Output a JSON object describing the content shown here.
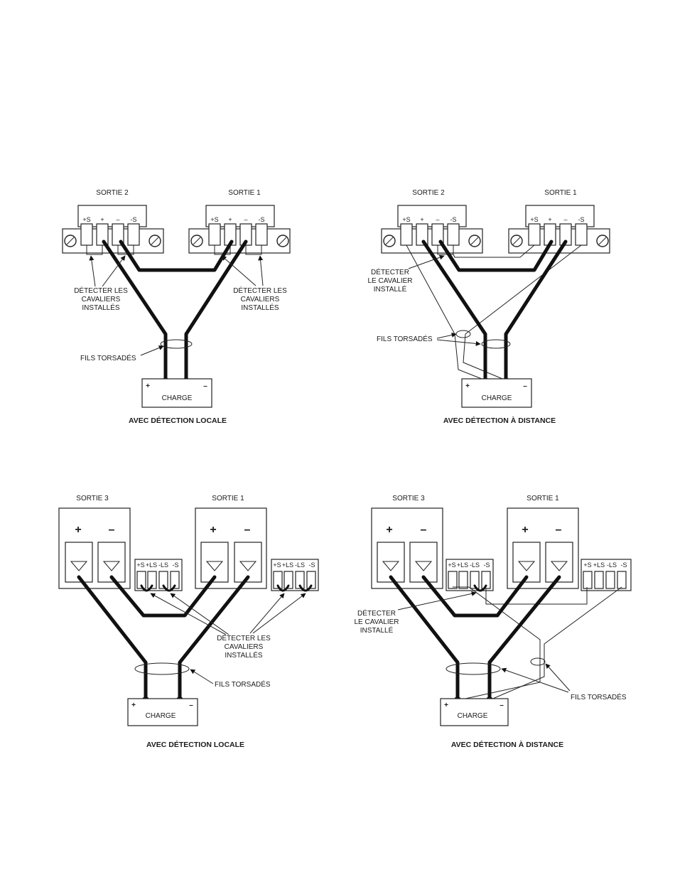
{
  "colors": {
    "ink": "#111111",
    "paper": "#ffffff"
  },
  "diagrams": {
    "top_left": {
      "output_a": "SORTIE 2",
      "output_b": "SORTIE 1",
      "pins_a": [
        "+S",
        "+",
        "–",
        "-S"
      ],
      "pins_b": [
        "+S",
        "+",
        "–",
        "-S"
      ],
      "jumpers_label_left": [
        "DÉTECTER LES",
        "CAVALIERS",
        "INSTALLÉS"
      ],
      "jumpers_label_right": [
        "DÉTECTER LES",
        "CAVALIERS",
        "INSTALLÉS"
      ],
      "twisted": "FILS TORSADÉS",
      "load": "CHARGE",
      "plus": "+",
      "minus": "–",
      "caption": "AVEC DÉTECTION LOCALE"
    },
    "top_right": {
      "output_a": "SORTIE 2",
      "output_b": "SORTIE 1",
      "pins_a": [
        "+S",
        "+",
        "–",
        "-S"
      ],
      "pins_b": [
        "+S",
        "+",
        "–",
        "-S"
      ],
      "jumper_label": [
        "DÉTECTER",
        "LE CAVALIER",
        "INSTALLÉ"
      ],
      "twisted": "FILS TORSADÉS",
      "load": "CHARGE",
      "plus": "+",
      "minus": "–",
      "caption": "AVEC DÉTECTION À DISTANCE"
    },
    "bottom_left": {
      "output_a": "SORTIE 3",
      "output_b": "SORTIE 1",
      "terminals": [
        "+",
        "–"
      ],
      "sense_pins": [
        "+S",
        "+LS",
        "-LS",
        "-S"
      ],
      "jumpers_label": [
        "DÉTECTER LES",
        "CAVALIERS",
        "INSTALLÉS"
      ],
      "twisted": "FILS TORSADÉS",
      "load": "CHARGE",
      "plus": "+",
      "minus": "–",
      "caption": "AVEC DÉTECTION LOCALE"
    },
    "bottom_right": {
      "output_a": "SORTIE 3",
      "output_b": "SORTIE 1",
      "terminals": [
        "+",
        "–"
      ],
      "sense_pins": [
        "+S",
        "+LS",
        "-LS",
        "-S"
      ],
      "jumper_label": [
        "DÉTECTER",
        "LE CAVALIER",
        "INSTALLÉ"
      ],
      "twisted": "FILS TORSADÉS",
      "load": "CHARGE",
      "plus": "+",
      "minus": "–",
      "caption": "AVEC DÉTECTION À DISTANCE"
    }
  }
}
